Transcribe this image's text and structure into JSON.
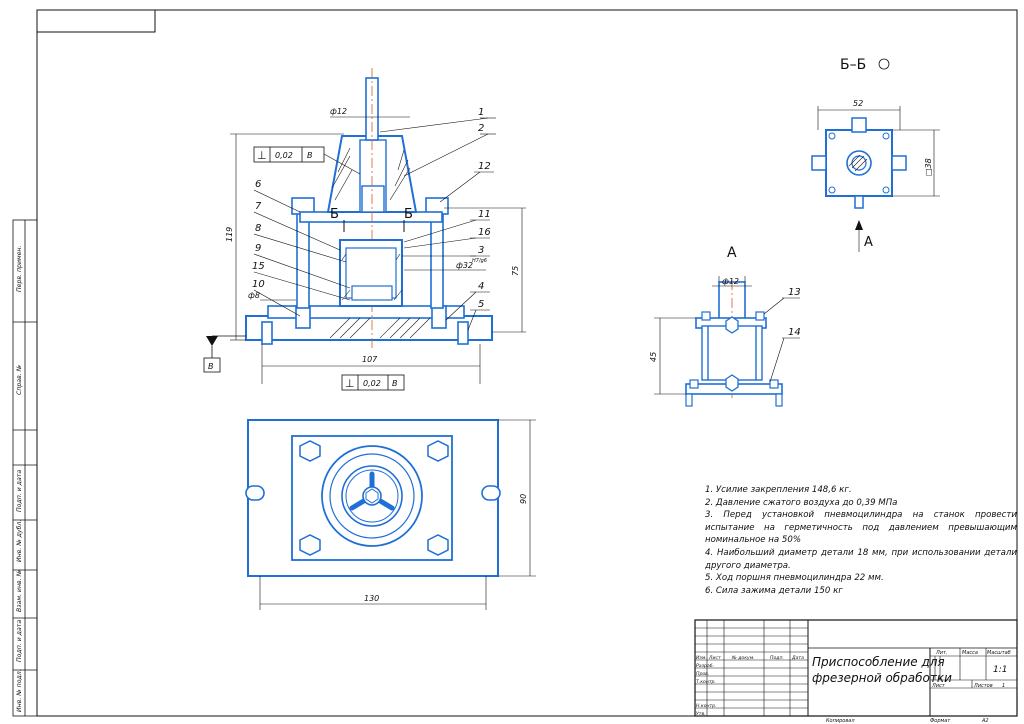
{
  "sheet": {
    "left_strip": {
      "perv_primen": "Перв. примен.",
      "sprav_no": "Справ. №",
      "podp_data_1": "Подп. и дата",
      "inv_dubl": "Инв. № дубл.",
      "vzam_inv": "Взам. инв. №",
      "podp_data_2": "Подп. и дата",
      "inv_podl": "Инв. № подл."
    },
    "bottom_labels": {
      "kopiroval": "Копировал",
      "format": "Формат",
      "format_value": "А2"
    }
  },
  "views": {
    "main": {
      "phi_top": "ф12",
      "height_total": "119",
      "height_75": "75",
      "width_107": "107",
      "phi8": "ф8",
      "phi32": "ф32",
      "fit": "H7/g6",
      "section_mark": "Б",
      "datum": "В",
      "tol_top": {
        "symbol": "⊥",
        "value": "0,02",
        "datum": "В"
      },
      "tol_bottom": {
        "symbol": "⊥",
        "value": "0,02",
        "datum": "В"
      },
      "positions": [
        "1",
        "2",
        "12",
        "6",
        "7",
        "8",
        "9",
        "15",
        "10",
        "11",
        "16",
        "3",
        "4",
        "5"
      ]
    },
    "plan": {
      "width": "130",
      "height": "90"
    },
    "section": {
      "title": "Б–Б",
      "width": "52",
      "square": "□38",
      "view_mark": "А"
    },
    "view_a": {
      "title": "А",
      "phi": "ф12",
      "height": "45",
      "positions": [
        "13",
        "14"
      ]
    }
  },
  "notes": [
    "1. Усилие закрепления 148,6 кг.",
    "2. Давление сжатого воздуха до 0,39 МПа",
    "3. Перед установкой пневмоцилиндра на станок провести испытание на герметичность под давлением превышающим номинальное на 50%",
    "4. Наибольший диаметр детали 18 мм, при использовании детали другого диаметра.",
    "5. Ход поршня пневмоцилиндра 22 мм.",
    "6. Сила зажима детали 150 кг"
  ],
  "title_block": {
    "name_line1": "Приспособление для",
    "name_line2": "фрезерной обработки",
    "lit": "Лит.",
    "massa": "Масса",
    "masshtab": "Масштаб",
    "scale_value": "1:1",
    "list": "Лист",
    "listov": "Листов",
    "listov_value": "1",
    "cols": {
      "izm": "Изм.",
      "list": "Лист",
      "doc": "№ докум.",
      "podp": "Подп.",
      "data": "Дата"
    },
    "rows": {
      "razrab": "Разраб.",
      "prov": "Пров.",
      "tkontr": "Т.контр.",
      "nkontr": "Н.контр.",
      "utv": "Утв."
    }
  }
}
